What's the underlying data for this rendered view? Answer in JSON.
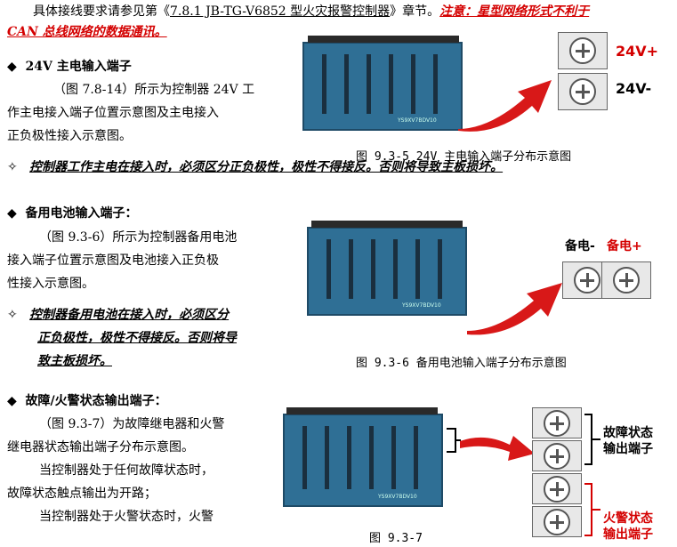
{
  "intro": {
    "line1_prefix": "具体接线要求请参见第《",
    "line1_link": "7.8.1 JB-TG-V6852 型火灾报警控制器",
    "line1_suffix": "》章节。",
    "line1_note": "注意：星型网络形式不利于",
    "line2_note": "CAN 总线网络的数据通讯。"
  },
  "section1": {
    "bullet": "◆",
    "title": "24V 主电输入端子",
    "body": [
      "（图 7.8-14）所示为控制器 24V 工",
      "作主电接入端子位置示意图及主电接入",
      "正负极性接入示意图。"
    ],
    "caption": "图 9.3-5 24V 主电输入端子分布示意图",
    "warn_bullet": "✧",
    "warn": "控制器工作主电在接入时，必须区分正负极性，极性不得接反。否则将导致主板损坏。",
    "terminal_labels": [
      "24V+",
      "24V-"
    ]
  },
  "section2": {
    "bullet": "◆",
    "title": "备用电池输入端子：",
    "body": [
      "（图 9.3-6）所示为控制器备用电池",
      "接入端子位置示意图及电池接入正负极",
      "性接入示意图。"
    ],
    "warn_bullet": "✧",
    "warn": [
      "控制器备用电池在接入时，必须区分",
      "正负极性，极性不得接反。否则将导",
      "致主板损坏。"
    ],
    "caption": "图 9.3-6  备用电池输入端子分布示意图",
    "terminal_label_neg": "备电-",
    "terminal_label_pos": "备电+"
  },
  "section3": {
    "bullet": "◆",
    "title": "故障/火警状态输出端子：",
    "body": [
      "（图 9.3-7）为故障继电器和火警",
      "继电器状态输出端子分布示意图。",
      "当控制器处于任何故障状态时，",
      "故障状态触点输出为开路；",
      "当控制器处于火警状态时，火警"
    ],
    "caption": "图 9.3-7",
    "fault_label": [
      "故障状态",
      "输出端子"
    ],
    "fire_label": [
      "火警状态",
      "输出端子"
    ]
  },
  "board_text": "YS9XV7BDV10",
  "colors": {
    "red": "#d40000",
    "board": "#2f6f95",
    "arrow": "#d81818"
  }
}
